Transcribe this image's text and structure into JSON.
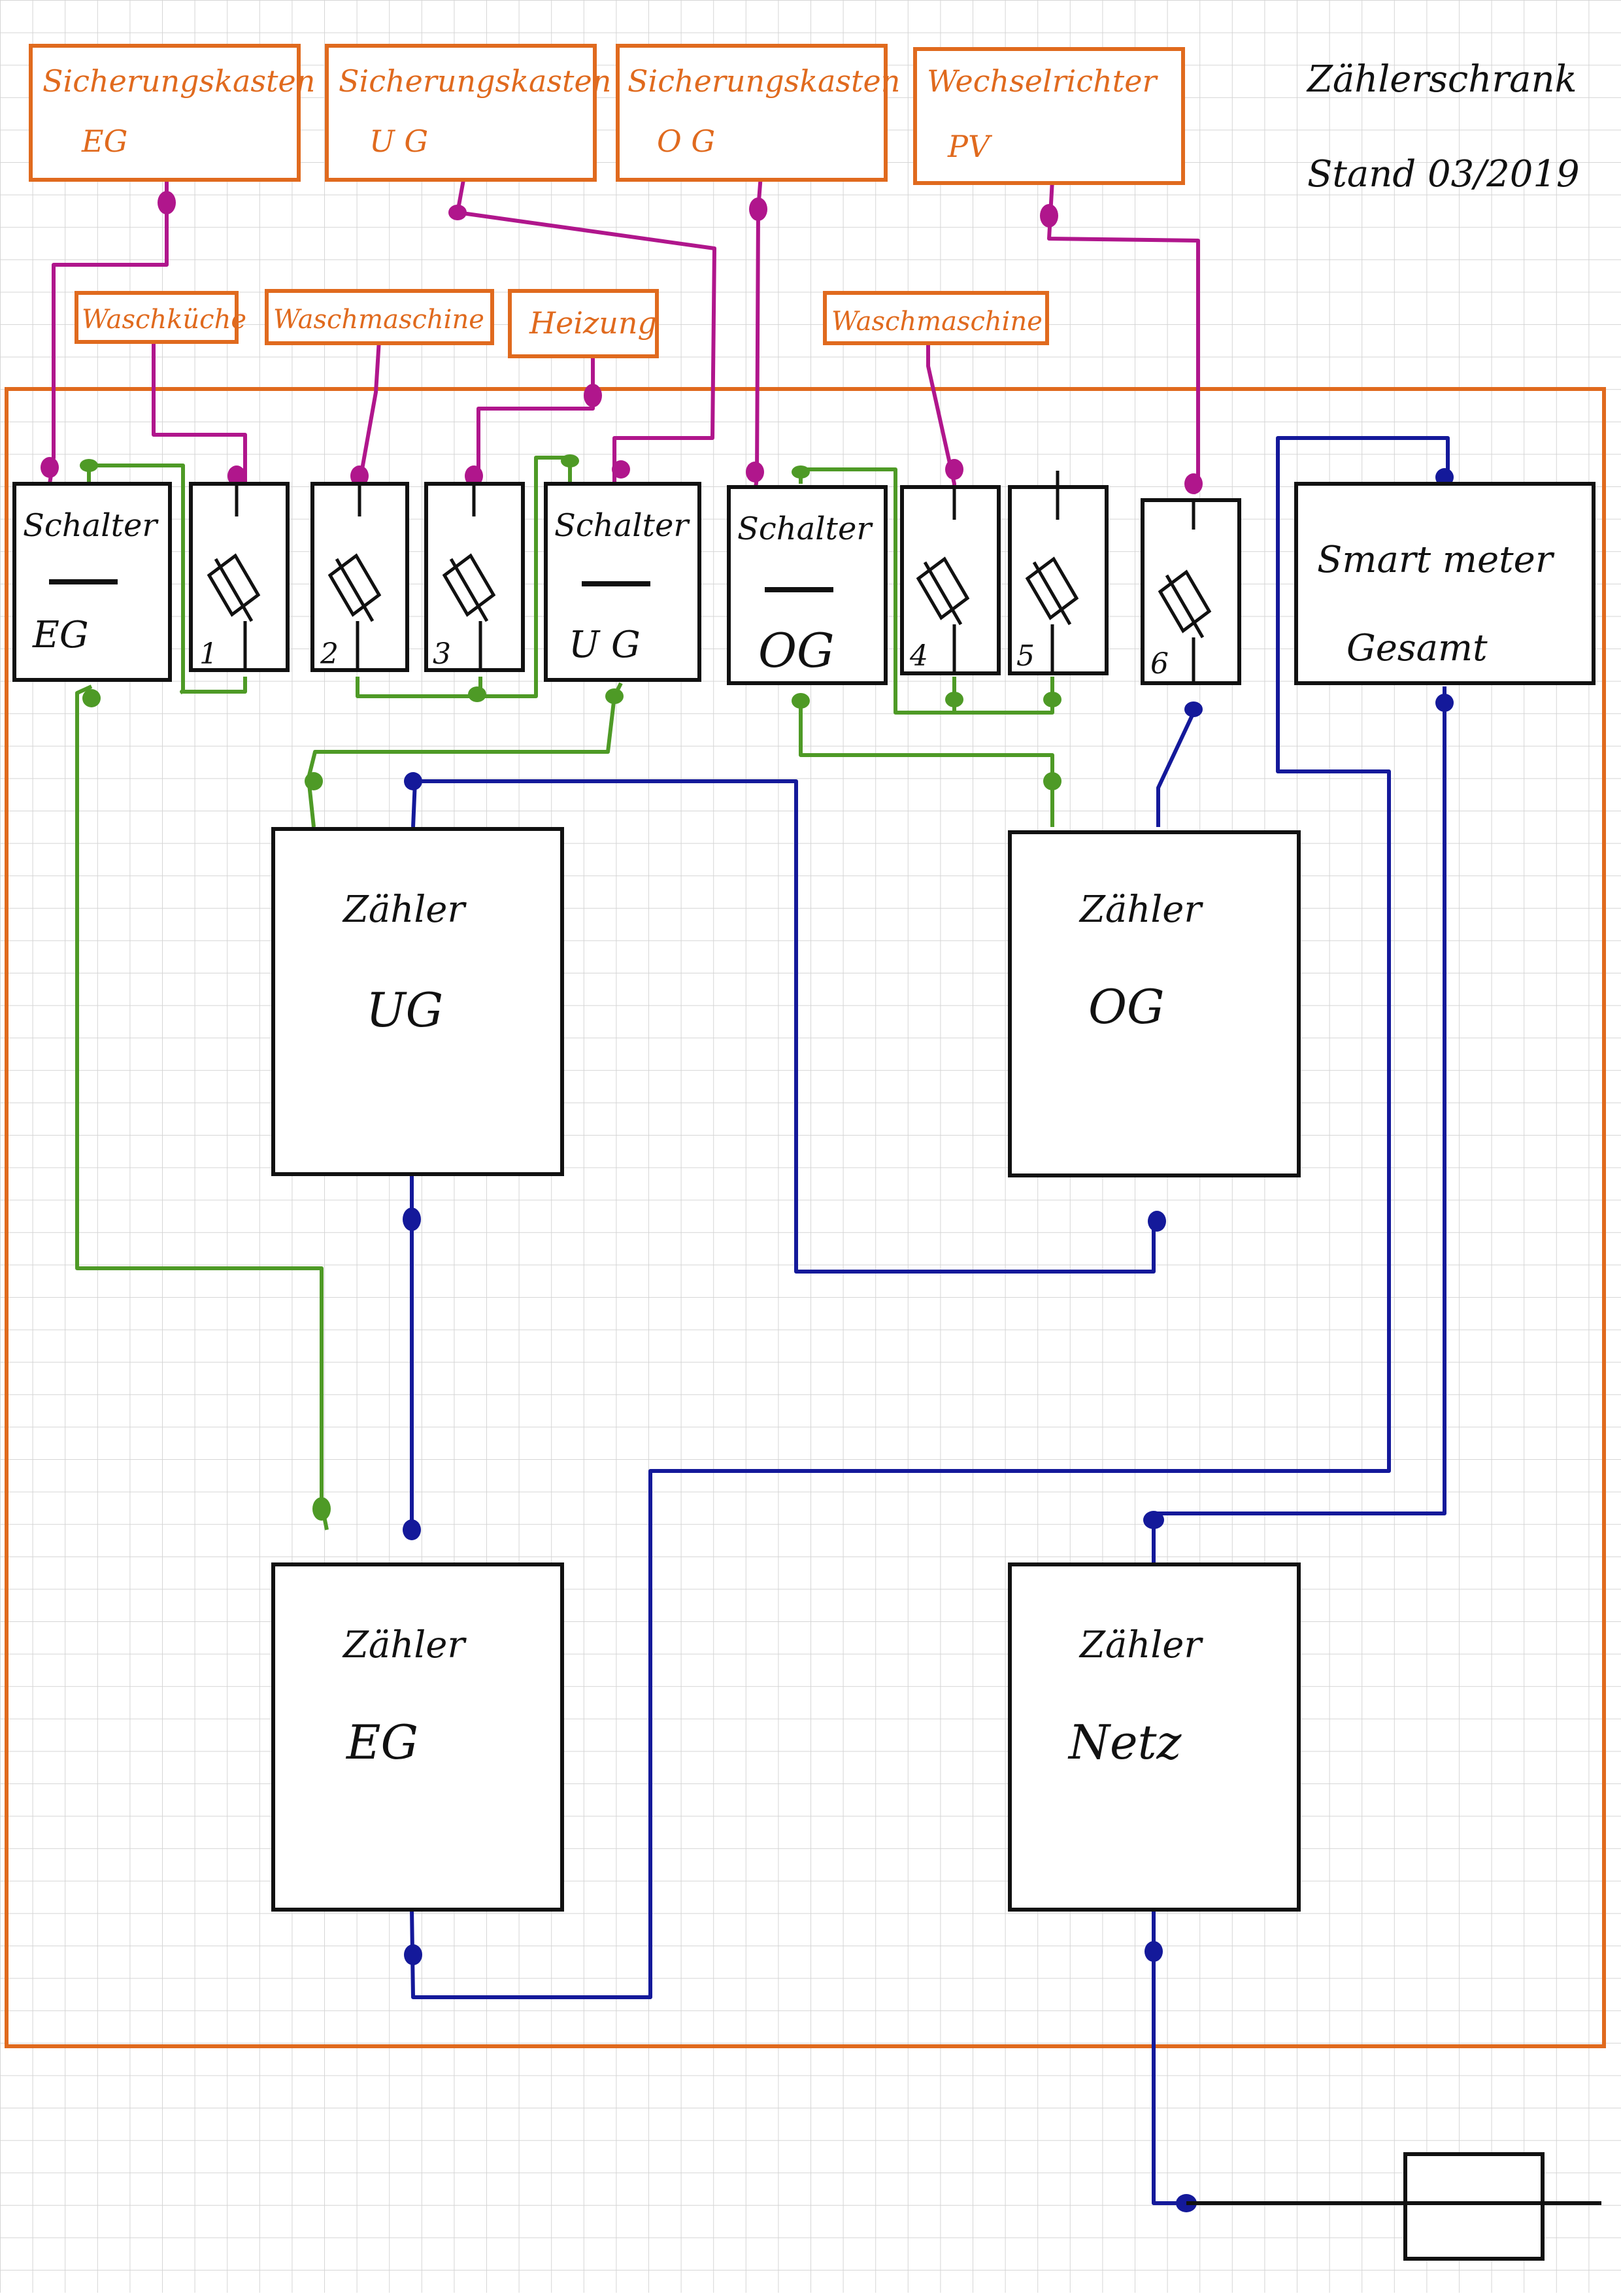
{
  "header": {
    "title": "Zählerschrank",
    "date": "Stand 03/2019"
  },
  "sources": [
    {
      "line1": "Sicherungskasten",
      "line2": "EG"
    },
    {
      "line1": "Sicherungskasten",
      "line2": "U G"
    },
    {
      "line1": "Sicherungskasten",
      "line2": "O G"
    },
    {
      "line1": "Wechselrichter",
      "line2": "PV"
    }
  ],
  "circuits": [
    {
      "label": "Waschküche"
    },
    {
      "label": "Waschmaschine"
    },
    {
      "label": "Heizung"
    },
    {
      "label": "Waschmaschine"
    }
  ],
  "switches": [
    {
      "line1": "Schalter",
      "line2": "EG"
    },
    {
      "line1": "Schalter",
      "line2": "U G"
    },
    {
      "line1": "Schalter",
      "line2": "OG"
    }
  ],
  "breakers": [
    "1",
    "2",
    "3",
    "4",
    "5",
    "6"
  ],
  "smartmeter": {
    "line1": "Smart meter",
    "line2": "Gesamt"
  },
  "meters": [
    {
      "line1": "Zähler",
      "line2": "UG"
    },
    {
      "line1": "Zähler",
      "line2": "OG"
    },
    {
      "line1": "Zähler",
      "line2": "EG"
    },
    {
      "line1": "Zähler",
      "line2": "Netz"
    }
  ],
  "colors": {
    "enclosure": "#E06A1E",
    "label_boxes": "#E06A1E",
    "source_wire": "#B0168C",
    "switched_wire": "#4E9A26",
    "grid_wire": "#14199A",
    "grid_paper": "#D5D5D5"
  }
}
